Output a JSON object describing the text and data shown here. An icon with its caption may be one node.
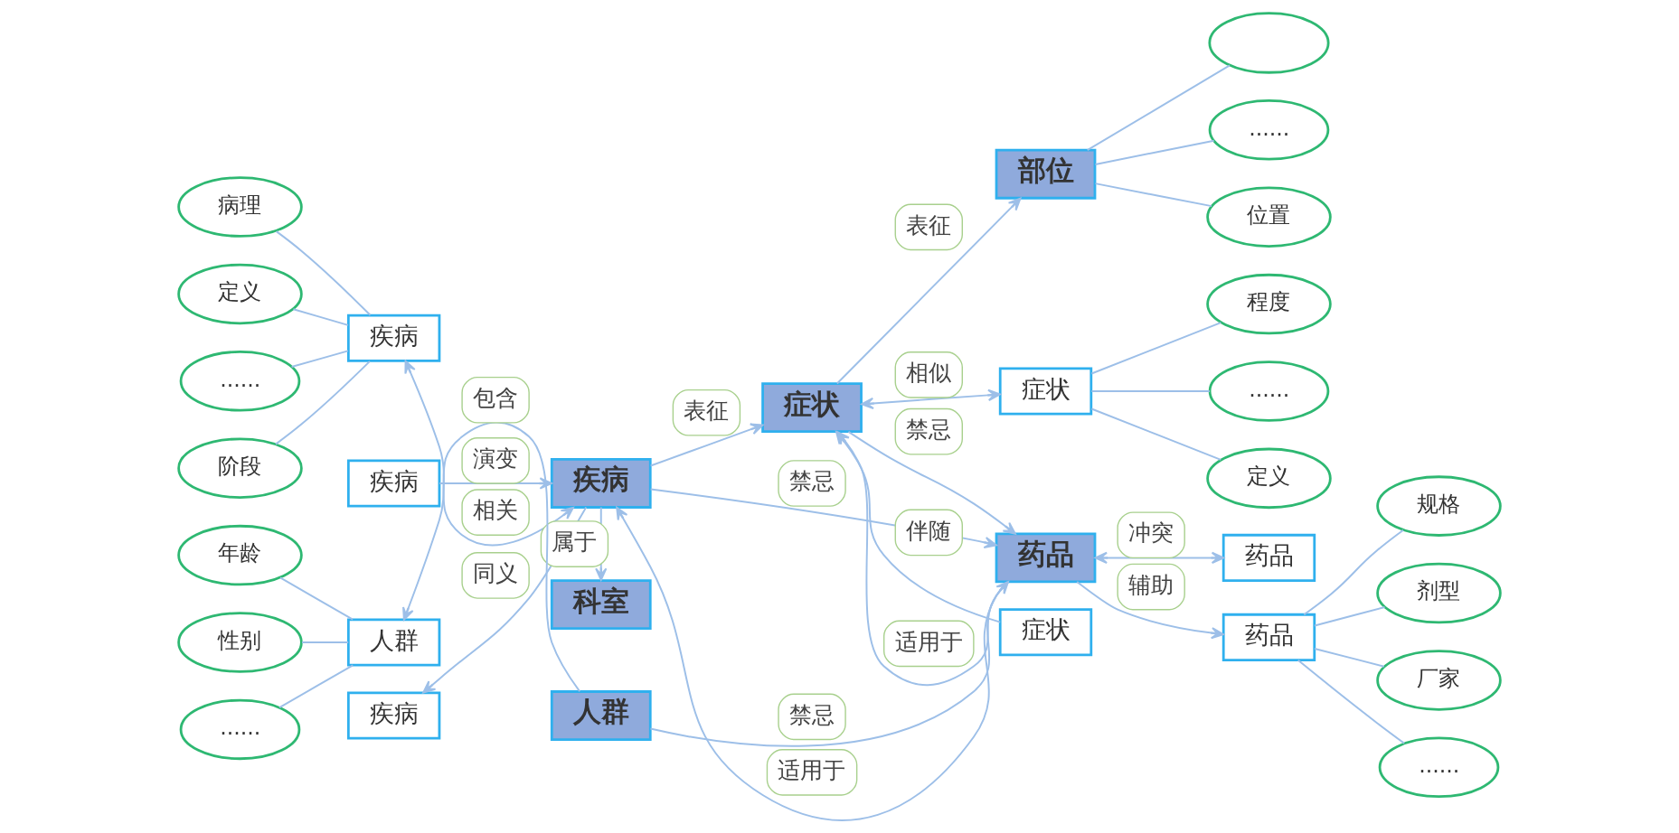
{
  "diagram": {
    "nodes": [
      {
        "text": [
          "科室"
        ]
      },
      {
        "text": [
          "疾病"
        ]
      },
      {
        "text": [
          "阶段"
        ]
      },
      {
        "text": [
          "病理"
        ]
      },
      {
        "text": [
          "定义"
        ]
      },
      {
        "text": [
          "......"
        ]
      },
      {
        "text": [
          "疾病"
        ]
      },
      {
        "text": [
          "疾病"
        ]
      },
      {
        "text": [
          "疾病"
        ]
      },
      {
        "text": [
          "部位"
        ]
      },
      {
        "text": [
          "位置"
        ]
      },
      {
        "text": [],
        "shape": "ellipse"
      },
      {
        "text": [
          "......"
        ]
      },
      {
        "text": [
          "症状"
        ]
      },
      {
        "text": [
          "症状"
        ]
      },
      {
        "text": [
          "症状"
        ]
      },
      {
        "text": [
          "定义"
        ]
      },
      {
        "text": [
          "程度"
        ]
      },
      {
        "text": [
          "......"
        ]
      },
      {
        "text": [
          "药品"
        ]
      },
      {
        "text": [
          "药品"
        ]
      },
      {
        "text": [
          "药品"
        ]
      },
      {
        "text": [
          "规格"
        ]
      },
      {
        "text": [
          "剂型"
        ]
      },
      {
        "text": [
          "厂家"
        ]
      },
      {
        "text": [
          "......"
        ]
      },
      {
        "text": [
          "人群"
        ]
      },
      {
        "text": [
          "人群"
        ]
      },
      {
        "text": [
          "年龄"
        ]
      },
      {
        "text": [
          "性别"
        ]
      },
      {
        "text": [
          "......"
        ]
      }
    ],
    "edges": [
      {
        "from": 6,
        "to": 0,
        "arrow": "to",
        "label": "属于"
      },
      {
        "from": 6,
        "to": 1,
        "arrow": "both",
        "label": "相关"
      },
      {
        "from": 7,
        "to": 6,
        "arrow": "to",
        "label": "演变"
      },
      {
        "from": 6,
        "to": 8,
        "arrow": "to",
        "label": "同义"
      },
      {
        "from": 6,
        "to": 13,
        "arrow": "to",
        "label": "表征"
      },
      {
        "from": 6,
        "to": 19,
        "arrow": "to",
        "label": "禁忌"
      },
      {
        "from": 13,
        "to": 9,
        "arrow": "to",
        "label": "表征"
      },
      {
        "from": 14,
        "to": 13,
        "arrow": "to",
        "label": "伴随"
      },
      {
        "from": 13,
        "to": 15,
        "arrow": "both",
        "label": "相似"
      },
      {
        "from": 13,
        "to": 19,
        "arrow": "to",
        "label": "禁忌"
      },
      {
        "from": 19,
        "to": 6,
        "arrow": "to",
        "label": "适用于"
      },
      {
        "from": 19,
        "to": 13,
        "arrow": "to",
        "label": "适用于"
      },
      {
        "from": 19,
        "to": 20,
        "arrow": "both",
        "label": "冲突"
      },
      {
        "from": 19,
        "to": 21,
        "arrow": "to",
        "label": "辅助"
      },
      {
        "from": 26,
        "to": 19,
        "arrow": "to",
        "label": "禁忌"
      },
      {
        "from": 26,
        "to": 27,
        "arrow": "to",
        "label": "包含"
      },
      {
        "from": 2,
        "to": 1,
        "arrow": "none"
      },
      {
        "from": 3,
        "to": 1,
        "arrow": "none"
      },
      {
        "from": 4,
        "to": 1,
        "arrow": "none"
      },
      {
        "from": 5,
        "to": 1,
        "arrow": "none"
      },
      {
        "from": 9,
        "to": 10,
        "arrow": "none"
      },
      {
        "from": 9,
        "to": 11,
        "arrow": "none"
      },
      {
        "from": 9,
        "to": 12,
        "arrow": "none"
      },
      {
        "from": 15,
        "to": 16,
        "arrow": "none"
      },
      {
        "from": 15,
        "to": 17,
        "arrow": "none"
      },
      {
        "from": 15,
        "to": 18,
        "arrow": "none"
      },
      {
        "from": 21,
        "to": 22,
        "arrow": "none"
      },
      {
        "from": 21,
        "to": 23,
        "arrow": "none"
      },
      {
        "from": 21,
        "to": 24,
        "arrow": "none"
      },
      {
        "from": 21,
        "to": 25,
        "arrow": "none"
      },
      {
        "from": 28,
        "to": 27,
        "arrow": "none"
      },
      {
        "from": 29,
        "to": 27,
        "arrow": "none"
      },
      {
        "from": 30,
        "to": 27,
        "arrow": "none"
      }
    ]
  }
}
